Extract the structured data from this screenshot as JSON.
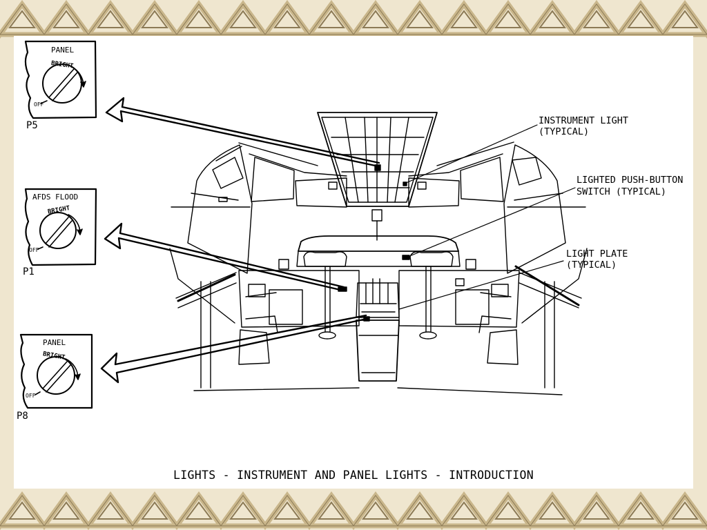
{
  "frame": {
    "border_pattern_colors": [
      "#efe6cf",
      "#c9b68b",
      "#8c7a55"
    ]
  },
  "callouts": {
    "instrument_light": [
      "INSTRUMENT LIGHT",
      "(TYPICAL)"
    ],
    "push_button": [
      "LIGHTED PUSH-BUTTON",
      "SWITCH (TYPICAL)"
    ],
    "light_plate": [
      "LIGHT PLATE",
      "(TYPICAL)"
    ]
  },
  "panels": [
    {
      "title": "PANEL",
      "bright": "BRIGHT",
      "off": "OFF",
      "id": "P5"
    },
    {
      "title": "AFDS FLOOD",
      "bright": "BRIGHT",
      "off": "OFF",
      "id": "P1"
    },
    {
      "title": "PANEL",
      "bright": "BRIGHT",
      "off": "OFF",
      "id": "P8"
    }
  ],
  "caption": "LIGHTS - INSTRUMENT AND PANEL LIGHTS - INTRODUCTION"
}
